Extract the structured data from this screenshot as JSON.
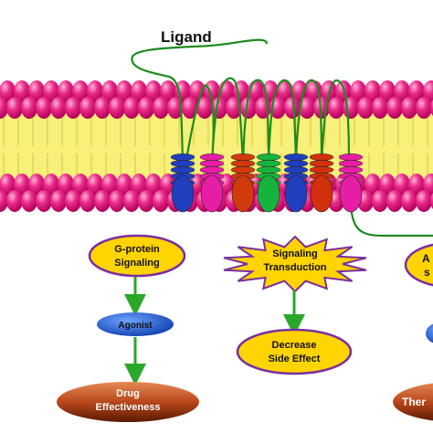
{
  "ligand_label": "Ligand",
  "colors": {
    "lipid_head": "#e6147e",
    "lipid_tail": "#f7f07a",
    "ligand_line": "#1e8c1e",
    "arrow": "#2aa82a",
    "oval_fill": "#ffd400",
    "oval_border": "#7a2ea0",
    "agonist": "#1f5fd6",
    "star": "#ffd400",
    "drug": "#b9471b",
    "helices": [
      "#1f3fbf",
      "#e61ea5",
      "#d23a0c",
      "#16b43c",
      "#1f3fbf",
      "#d2300c",
      "#e61ea5"
    ]
  },
  "left_column": {
    "g_protein_line1": "G-protein",
    "g_protein_line2": "Signaling",
    "agonist": "Agonist",
    "drug_line1": "Drug",
    "drug_line2": "Effectiveness"
  },
  "middle_column": {
    "signaling_line1": "Signaling",
    "signaling_line2": "Transduction",
    "decrease_line1": "Decrease",
    "decrease_line2": "Side Effect"
  },
  "right_column": {
    "partial_top": "A",
    "partial_mid": "s",
    "partial_bottom": "Ther"
  }
}
